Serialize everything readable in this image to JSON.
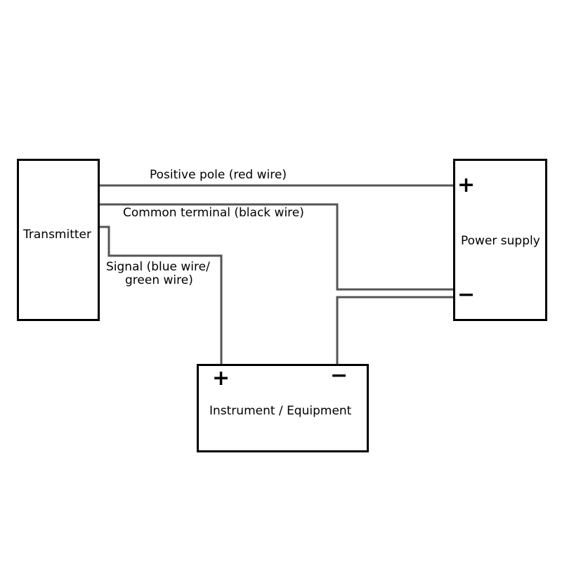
{
  "transmitter": {
    "label": "Transmitter"
  },
  "power_supply": {
    "label": "Power supply",
    "plus_sign": "+",
    "minus_sign": "−"
  },
  "instrument": {
    "label": "Instrument / Equipment",
    "plus_sign": "+",
    "minus_sign": "−"
  },
  "wires": {
    "positive_label": "Positive pole (red wire)",
    "common_label": "Common terminal (black wire)",
    "signal_label_line1": "Signal (blue wire/",
    "signal_label_line2": "green wire)"
  },
  "colors": {
    "line": "#000000",
    "wire": "#555555",
    "background": "#ffffff"
  }
}
